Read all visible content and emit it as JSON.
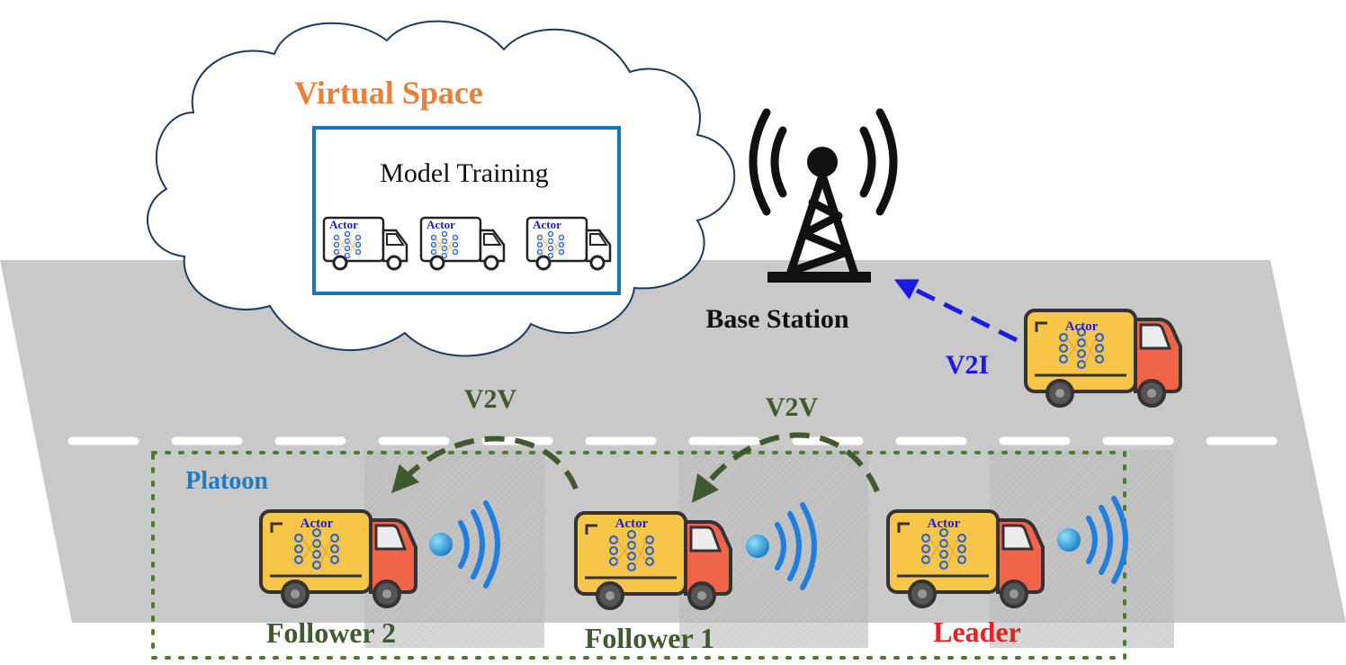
{
  "cloud": {
    "title": "Virtual Space",
    "title_color": "#E8803A"
  },
  "training_box": {
    "label": "Model Training",
    "border_color": "#1A73B8"
  },
  "actor_label": "Actor",
  "base_station": {
    "label": "Base Station"
  },
  "links": {
    "v2i": {
      "label": "V2I",
      "color": "#1A1AE6"
    },
    "v2v_left": {
      "label": "V2V",
      "color": "#3E5A2E"
    },
    "v2v_right": {
      "label": "V2V",
      "color": "#3E5A2E"
    }
  },
  "platoon": {
    "label": "Platoon",
    "label_color": "#1E7BC4",
    "border_color": "#4E7A2E",
    "members": [
      {
        "label": "Follower 2",
        "color": "#3E5A2E"
      },
      {
        "label": "Follower 1",
        "color": "#3E5A2E"
      },
      {
        "label": "Leader",
        "color": "#E32222"
      }
    ]
  },
  "colors": {
    "road": "#C9C9C9",
    "truck_body": "#F7C548",
    "truck_cab": "#F0644A",
    "truck_outline": "#333333",
    "network_node": "#3366CC",
    "signal_wave": "#1F7FE0"
  }
}
